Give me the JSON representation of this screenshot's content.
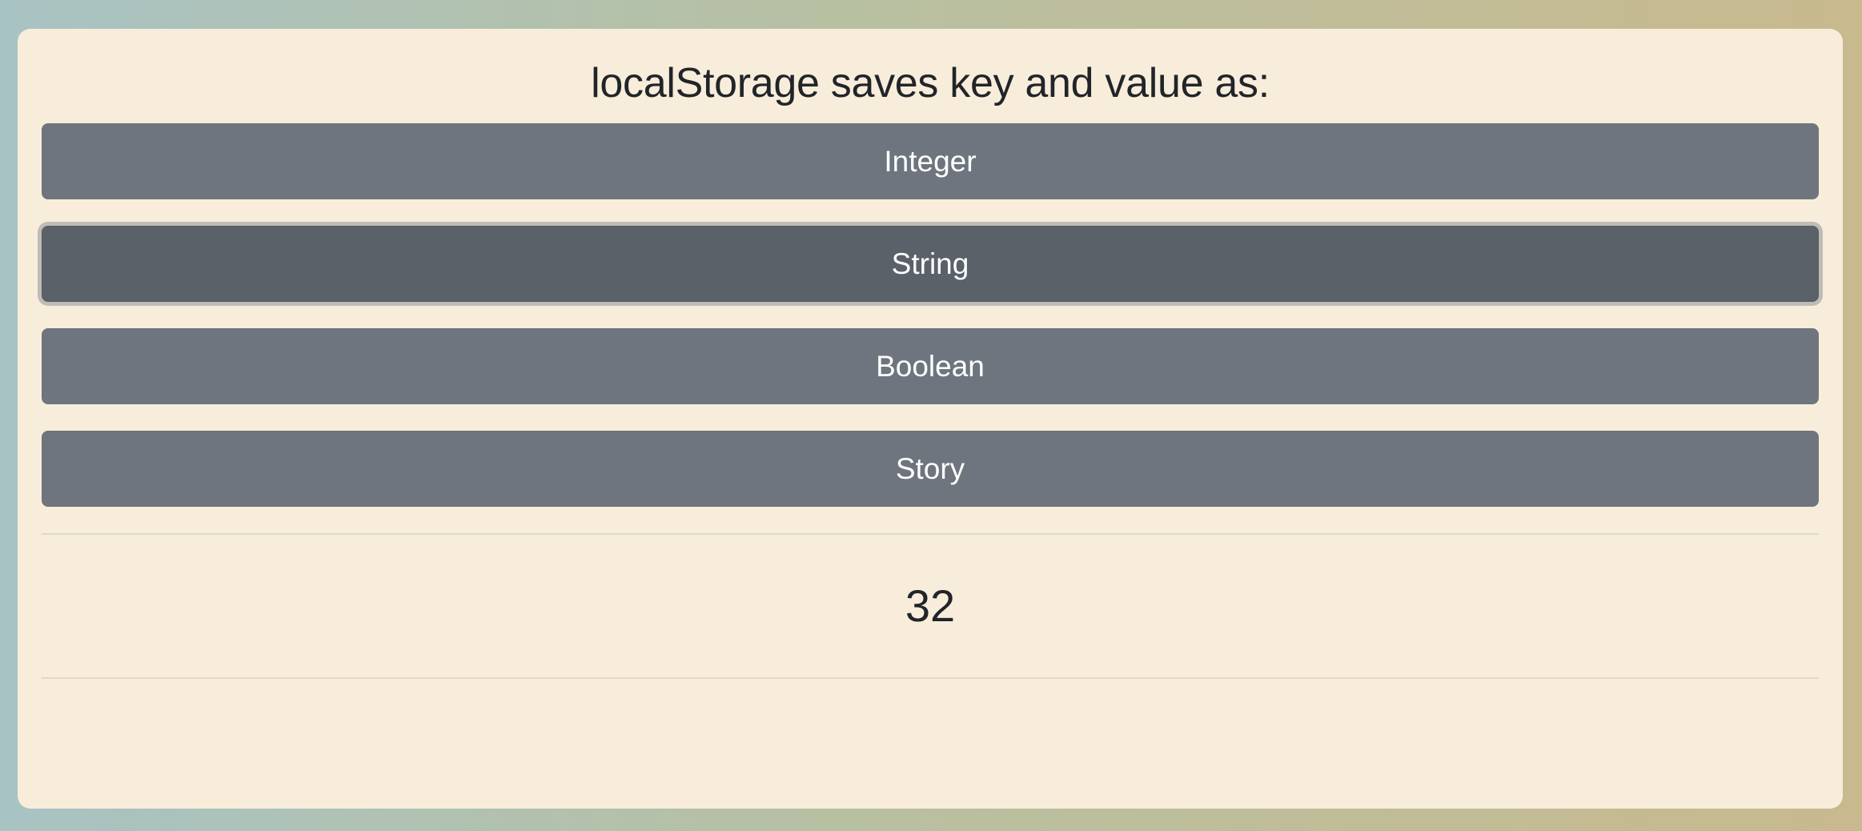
{
  "quiz": {
    "question": "localStorage saves key and value as:",
    "options": [
      {
        "label": "Integer",
        "selected": false
      },
      {
        "label": "String",
        "selected": true
      },
      {
        "label": "Boolean",
        "selected": false
      },
      {
        "label": "Story",
        "selected": false
      }
    ],
    "score": "32"
  },
  "colors": {
    "card_background": "#f8eddb",
    "option_background": "#6e757e",
    "option_selected_background": "#5a6169",
    "text_dark": "#212529"
  }
}
